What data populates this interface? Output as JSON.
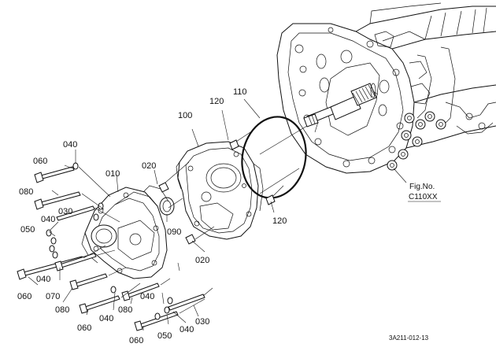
{
  "figure_ref": {
    "line1": "Fig.No.",
    "line2": "C110XX"
  },
  "drawing_code": "3A211-012-13",
  "callouts": {
    "c010": "010",
    "c020a": "020",
    "c020b": "020",
    "c030a": "030",
    "c030b": "030",
    "c040a": "040",
    "c040b": "040",
    "c040c": "040",
    "c040d": "040",
    "c040e": "040",
    "c050a": "050",
    "c050b": "050",
    "c060a": "060",
    "c060b": "060",
    "c060c": "060",
    "c060d": "060",
    "c070": "070",
    "c080a": "080",
    "c080b": "080",
    "c080c": "080",
    "c090": "090",
    "c100": "100",
    "c110": "110",
    "c120a": "120",
    "c120b": "120"
  }
}
